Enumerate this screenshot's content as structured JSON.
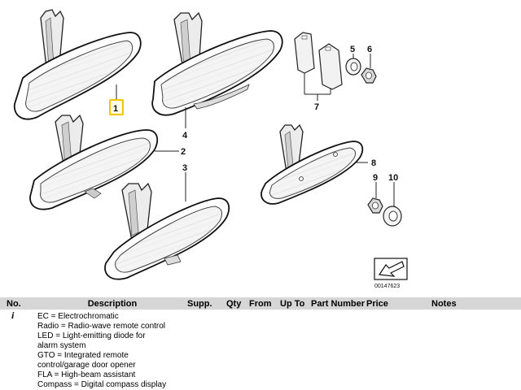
{
  "diagram": {
    "callouts": [
      "1",
      "2",
      "3",
      "4",
      "5",
      "6",
      "7",
      "8",
      "9",
      "10"
    ],
    "highlight_color": "#f5c400",
    "drawing_number": "00147623"
  },
  "table": {
    "headers": {
      "no": "No.",
      "description": "Description",
      "supp": "Supp.",
      "qty": "Qty",
      "from": "From",
      "up_to": "Up To",
      "part_number": "Part Number",
      "price": "Price",
      "notes": "Notes"
    },
    "rows": [
      {
        "no": "i",
        "lines": [
          "EC = Electrochromatic",
          "Radio = Radio-wave remote control",
          "LED = Light-emitting diode for",
          "alarm system",
          "GTO = Integrated remote",
          "control/garage door opener",
          "FLA = High-beam assistant",
          "Compass = Digital compass display"
        ]
      }
    ]
  }
}
